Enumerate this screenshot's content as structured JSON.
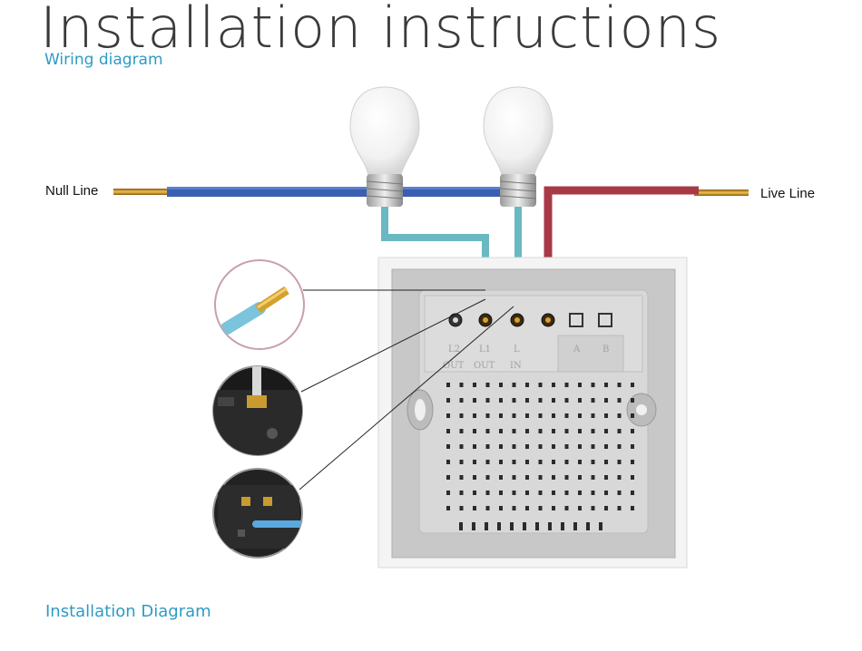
{
  "title": "Installation instructions",
  "subtitle": "Wiring diagram",
  "null_line_label": "Null Line",
  "live_line_label": "Live Line",
  "footer_label": "Installation Diagram",
  "terminals": [
    {
      "top": "L2",
      "bottom": "OUT"
    },
    {
      "top": "L1",
      "bottom": "OUT"
    },
    {
      "top": "L",
      "bottom": "IN"
    },
    {
      "top": "A",
      "bottom": ""
    },
    {
      "top": "B",
      "bottom": ""
    }
  ],
  "colors": {
    "neutral_wire": "#3a5fb0",
    "live_wire": "#a83a48",
    "load_wire": "#6ab8c2",
    "copper": "#c9961e",
    "accent_text": "#2e9bc5"
  }
}
